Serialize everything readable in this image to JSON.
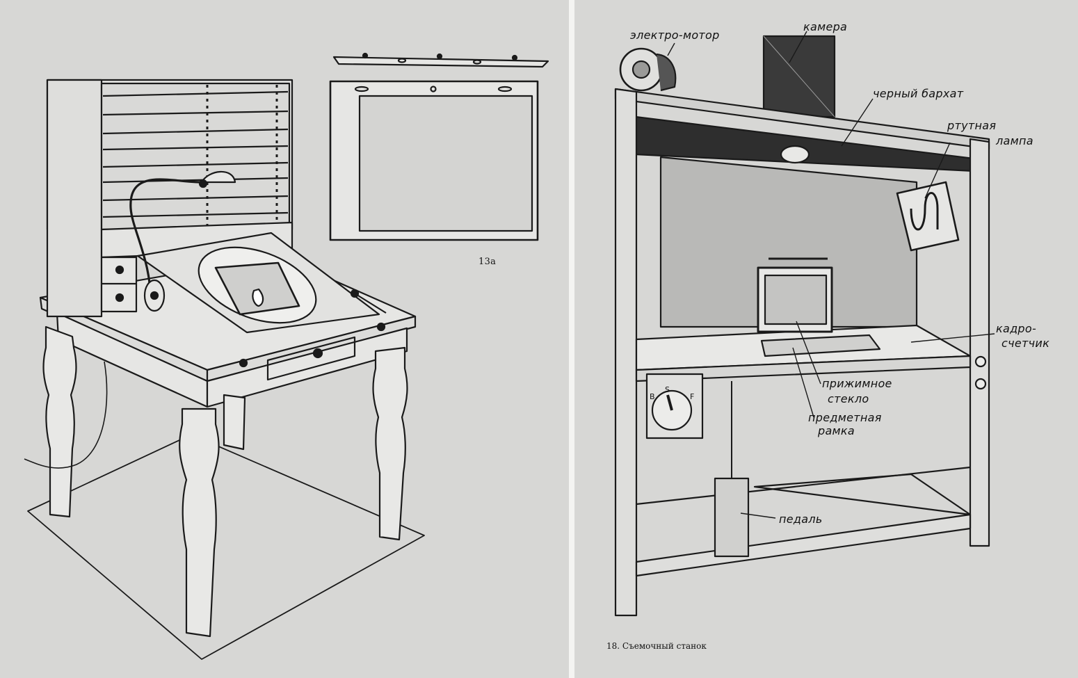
{
  "left_figure": {
    "label": "13а"
  },
  "right_figure": {
    "caption": "18. Съемочный станок",
    "labels": {
      "motor": "электро-мотор",
      "camera": "камера",
      "velvet": "черный бархат",
      "lamp_1": "ртутная",
      "lamp_2": "лампа",
      "counter_1": "кадро-",
      "counter_2": "счетчик",
      "glass_1": "прижимное",
      "glass_2": "стекло",
      "frame_1": "предметная",
      "frame_2": "рамка",
      "pedal": "педаль"
    },
    "dial_marks": [
      "S",
      "B",
      "F"
    ]
  },
  "colors": {
    "paper": "#d7d7d5",
    "ink": "#1a1a1a"
  }
}
